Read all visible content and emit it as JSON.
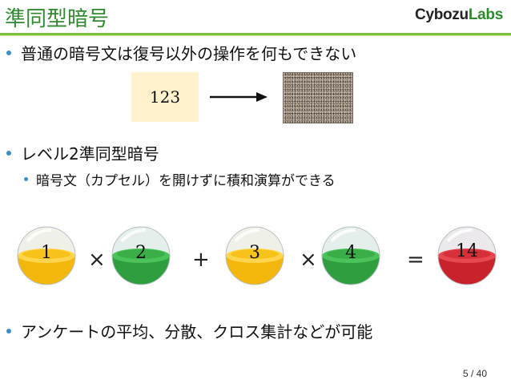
{
  "slide": {
    "title": "準同型暗号",
    "logo_main": "Cybozu",
    "logo_labs": "Labs",
    "page_number": "5 / 40"
  },
  "bullets": {
    "b1": "普通の暗号文は復号以外の操作を何もできない",
    "b2": "レベル2準同型暗号",
    "b3": "暗号文（カプセル）を開けずに積和演算ができる",
    "b4": "アンケートの平均、分散、クロス集計などが可能"
  },
  "diagram": {
    "plaintext": "123",
    "capsules": [
      "1",
      "2",
      "3",
      "4",
      "14"
    ],
    "ops": [
      "×",
      "+",
      "×",
      "="
    ]
  },
  "colors": {
    "title": "#2f8a2f",
    "accent_rule": "#7cbf3c",
    "bullet_dot": "#3d8fc6",
    "capsule_yellow": "#f2b70a",
    "capsule_green": "#2f9e3f",
    "capsule_red": "#c8232b"
  },
  "icons": {
    "arrow": "right-arrow-icon",
    "capsule": "capsule-icon"
  }
}
